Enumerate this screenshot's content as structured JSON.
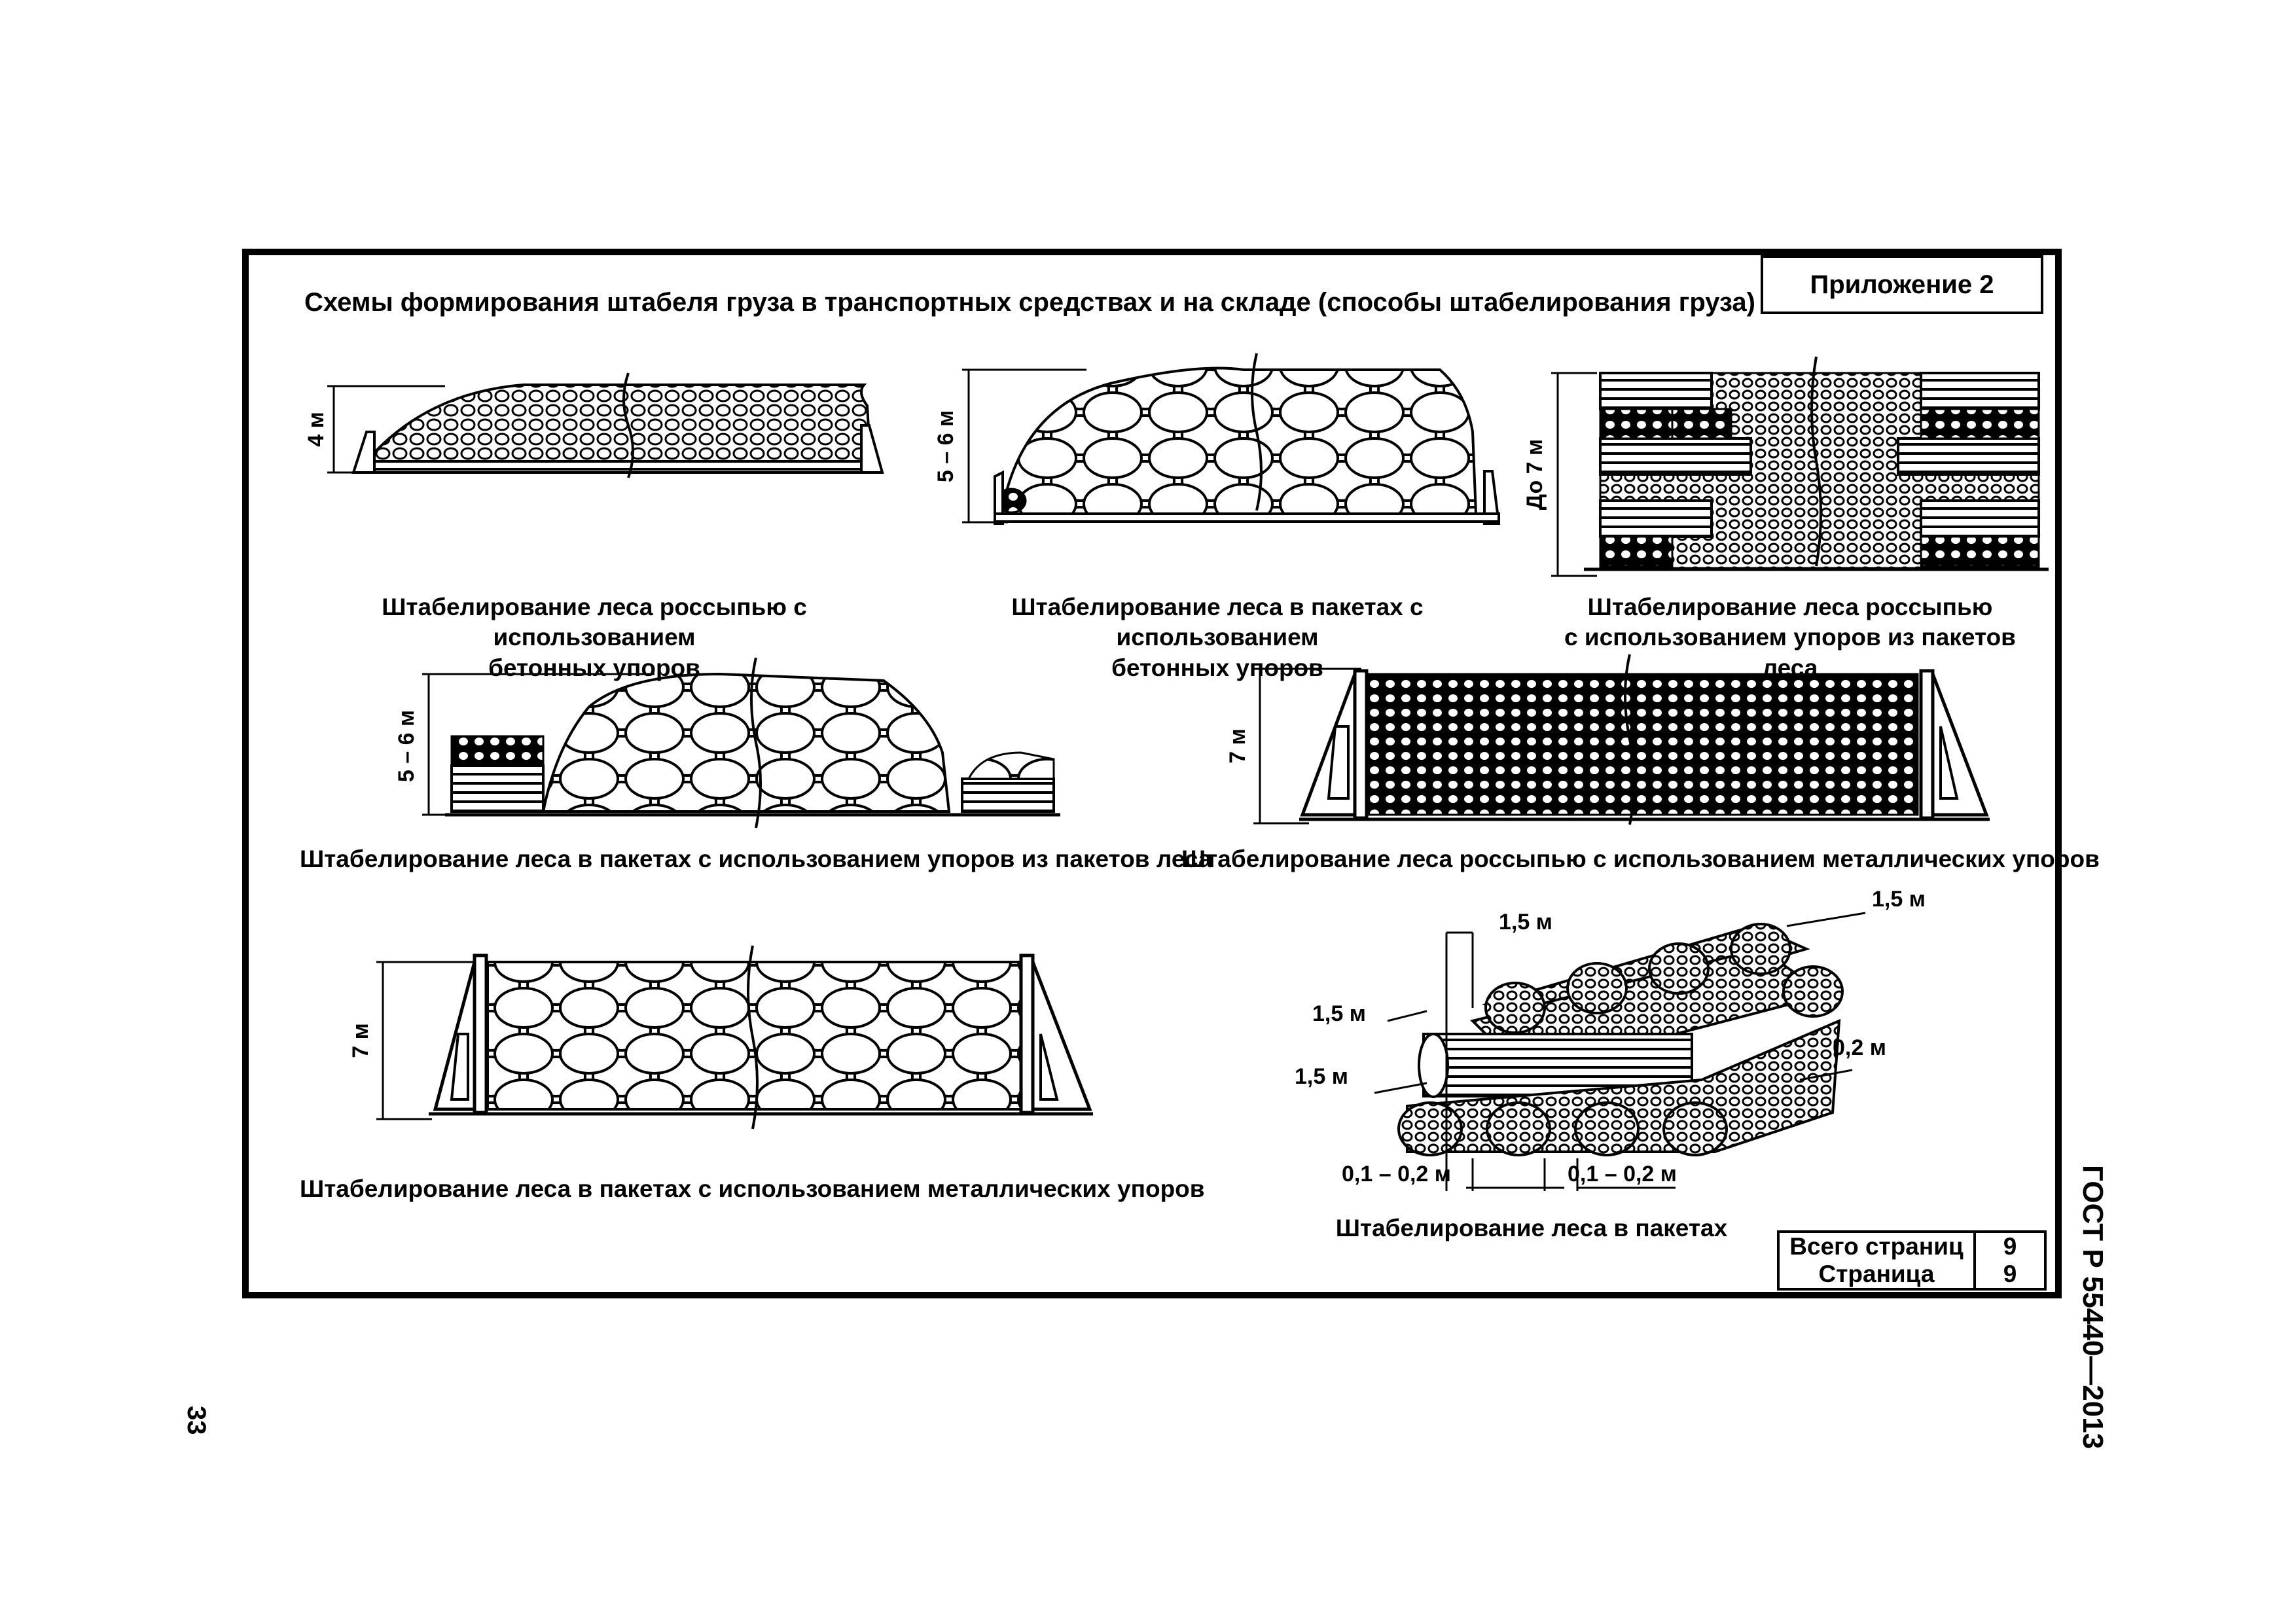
{
  "title": "Схемы формирования штабеля груза в транспортных средствах и на складе (способы штабелирования груза)",
  "appendix": "Приложение 2",
  "diagrams": {
    "d1": {
      "height": "4 м",
      "caption": "Штабелирование леса россыпью с использованием\nбетонных упоров"
    },
    "d2": {
      "height": "5 – 6 м",
      "caption": "Штабелирование леса в пакетах с использованием\nбетонных упоров"
    },
    "d3": {
      "height": "До 7 м",
      "caption": "Штабелирование леса россыпью\nс использованием упоров из пакетов леса"
    },
    "d4": {
      "height": "5 – 6 м",
      "caption": "Штабелирование леса в пакетах с использованием упоров из пакетов леса"
    },
    "d5": {
      "height": "7 м",
      "caption": "Штабелирование леса россыпью с использованием металлических упоров"
    },
    "d6": {
      "height": "7 м",
      "caption": "Штабелирование леса в пакетах с использованием металлических упоров"
    },
    "d7": {
      "dim_top_left": "1,5 м",
      "dim_top_right": "1,5 м",
      "dim_left_1": "1,5 м",
      "dim_left_2": "1,5 м",
      "dim_right": "0,2 м",
      "dim_bottom_1": "0,1 – 0,2 м",
      "dim_bottom_2": "0,1 – 0,2 м",
      "caption": "Штабелирование леса в пакетах"
    }
  },
  "pages_table": {
    "total_label": "Всего страниц",
    "total_value": "9",
    "page_label": "Страница",
    "page_value": "9"
  },
  "doc_id": "ГОСТ Р 55440—2013",
  "page_number": "33"
}
